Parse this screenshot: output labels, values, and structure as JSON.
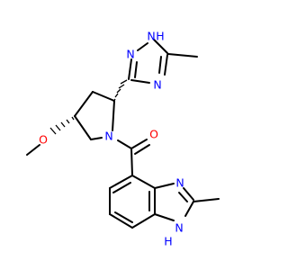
{
  "colors": {
    "bond": "#000000",
    "nitrogen": "#0000ff",
    "oxygen": "#ff0000",
    "background": "#ffffff"
  },
  "atoms": {
    "triazole_n1h": "N",
    "triazole_h": "H",
    "triazole_n2": "N",
    "triazole_n4": "N",
    "methoxy_o": "O",
    "pyrrolidine_n": "N",
    "carbonyl_o": "O",
    "benzimidazole_n3": "N",
    "benzimidazole_n1": "N",
    "benzimidazole_h": "H"
  }
}
